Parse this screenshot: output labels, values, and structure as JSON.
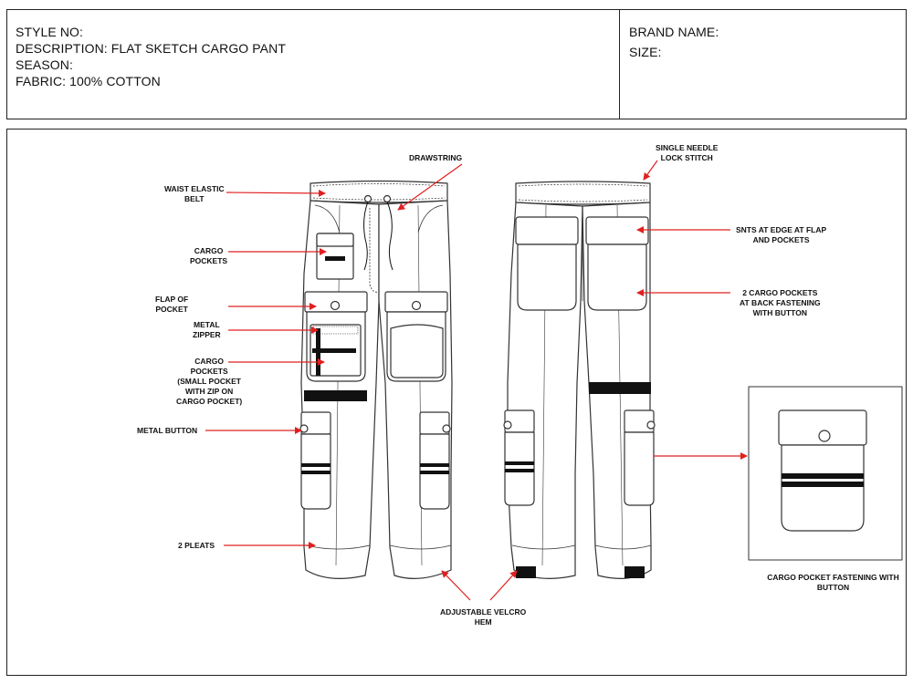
{
  "header": {
    "style_no": "STYLE NO:",
    "description": "DESCRIPTION: FLAT SKETCH CARGO PANT",
    "season": "SEASON:",
    "fabric": "FABRIC: 100% COTTON",
    "brand_name": "BRAND NAME:",
    "size": "SIZE:"
  },
  "callouts": {
    "drawstring": "DRAWSTRING",
    "waist_elastic": "WAIST ELASTIC\nBELT",
    "cargo_pockets": "CARGO\nPOCKETS",
    "flap_of_pocket": "FLAP OF\nPOCKET",
    "metal_zipper": "METAL\nZIPPER",
    "small_pocket": "CARGO\nPOCKETS\n(SMALL POCKET\nWITH ZIP ON\nCARGO POCKET)",
    "metal_button": "METAL BUTTON",
    "two_pleats": "2 PLEATS",
    "velcro_hem": "ADJUSTABLE VELCRO\nHEM",
    "single_needle": "SINGLE NEEDLE\nLOCK STITCH",
    "snts": "SNTS AT EDGE AT FLAP\nAND POCKETS",
    "back_pockets": "2 CARGO POCKETS\nAT BACK FASTENING\nWITH BUTTON",
    "detail_caption": "CARGO POCKET FASTENING WITH BUTTON"
  },
  "colors": {
    "arrow": "#e02020",
    "line": "#333333",
    "tape": "#111111"
  }
}
